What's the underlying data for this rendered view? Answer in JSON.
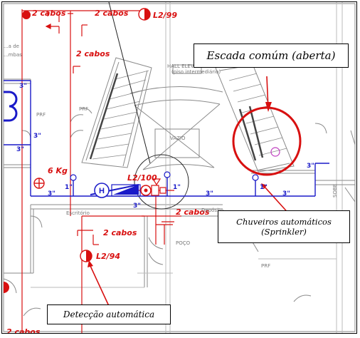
{
  "callouts": {
    "stair": "Escada comúm (aberta)",
    "sprinkler_line1": "Chuveiros automáticos",
    "sprinkler_line2": "(Sprinkler)",
    "detection": "Detecção automática"
  },
  "cable_labels": {
    "top_left": "2 cabos",
    "top_mid": "2 cabos",
    "mid_left": "2 cabos",
    "center": "2 cabos",
    "lower": "2 cabos",
    "bottom_left": "2 cabos"
  },
  "panel_labels": {
    "top": "L2/99",
    "center": "L2/100",
    "lower": "L2/94"
  },
  "extinguisher": "6 Kg",
  "hydrant": "H",
  "pipe_sizes": {
    "a": "3\"",
    "b": "3\"",
    "c": "3\"",
    "d": "3\"",
    "e": "3\"",
    "f": "3\"",
    "g": "3\"",
    "h": "3\"",
    "i": "1\"",
    "j": "1\"",
    "k": "1\""
  },
  "room_labels": {
    "prf1": "PRF",
    "prf2": "PRF",
    "prf3": "PRF",
    "hall": "HALL ELEV.",
    "hall_sub": "(piso intermediário)",
    "vazio": "VAZIO",
    "escritorio": "Escritório",
    "deposito": "Depósito",
    "poco": "POÇO",
    "sala": "...a de",
    "bombas": "...mbas",
    "side": "SOBE"
  },
  "colors": {
    "fire": "#d81010",
    "pipe": "#1a1ac8",
    "wall": "#888888"
  }
}
